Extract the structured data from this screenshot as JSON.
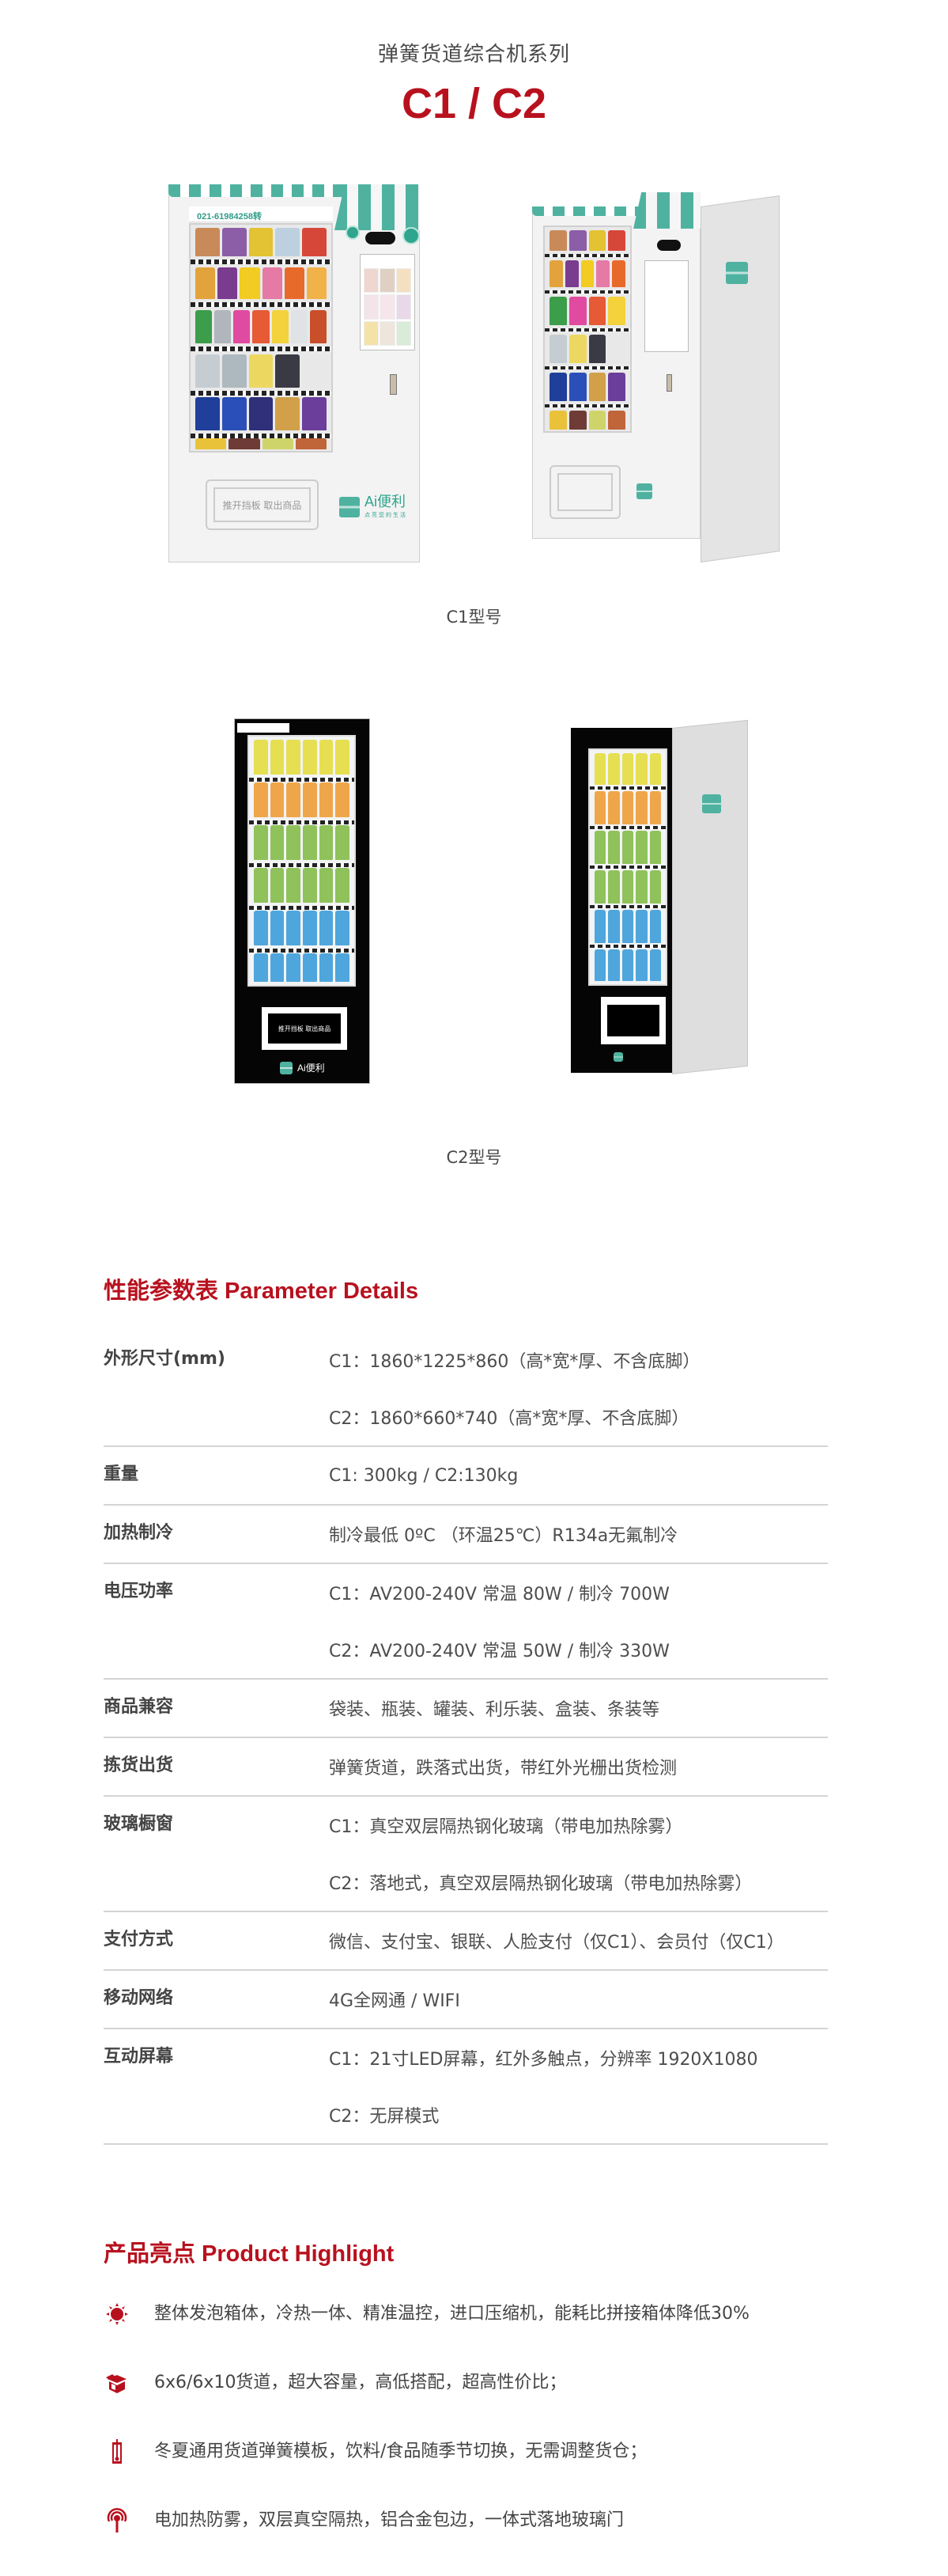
{
  "header": {
    "series_title": "弹簧货道综合机系列",
    "model_title": "C1 / C2"
  },
  "machines": {
    "c1_caption": "C1型号",
    "c2_caption": "C2型号",
    "hotline": "021-61984258转",
    "pickup_label": "推开挡板 取出商品",
    "brand_name": "Ai便利",
    "brand_slogan": "点亮您的生活"
  },
  "parameters": {
    "title": "性能参数表 Parameter Details",
    "rows": [
      {
        "label": "外形尺寸(mm)",
        "values": [
          "C1：1860*1225*860（高*宽*厚、不含底脚）",
          "C2：1860*660*740（高*宽*厚、不含底脚）"
        ]
      },
      {
        "label": "重量",
        "values": [
          "C1: 300kg /  C2:130kg"
        ]
      },
      {
        "label": "加热制冷",
        "values": [
          "制冷最低 0ºC （环温25℃）R134a无氟制冷"
        ]
      },
      {
        "label": "电压功率",
        "values": [
          "C1：AV200-240V 常温 80W / 制冷 700W",
          "C2：AV200-240V 常温 50W / 制冷 330W"
        ]
      },
      {
        "label": "商品兼容",
        "values": [
          "袋装、瓶装、罐装、利乐装、盒装、条装等"
        ]
      },
      {
        "label": "拣货出货",
        "values": [
          "弹簧货道，跌落式出货，带红外光栅出货检测"
        ]
      },
      {
        "label": "玻璃橱窗",
        "values": [
          "C1：真空双层隔热钢化玻璃（带电加热除雾）",
          "C2：落地式，真空双层隔热钢化玻璃（带电加热除雾）"
        ]
      },
      {
        "label": "支付方式",
        "values": [
          "微信、支付宝、银联、人脸支付（仅C1）、会员付（仅C1）"
        ]
      },
      {
        "label": "移动网络",
        "values": [
          "4G全网通 / WIFI"
        ]
      },
      {
        "label": "互动屏幕",
        "values": [
          "C1：21寸LED屏幕，红外多触点，分辨率 1920X1080",
          "C2：无屏模式"
        ]
      }
    ]
  },
  "highlights": {
    "title": "产品亮点 Product Highlight",
    "items": [
      {
        "icon": "sun-icon",
        "text": "整体发泡箱体，冷热一体、精准温控，进口压缩机，能耗比拼接箱体降低30%"
      },
      {
        "icon": "box-icon",
        "text": "6x6/6x10货道，超大容量，高低搭配，超高性价比；"
      },
      {
        "icon": "thermometer-icon",
        "text": "冬夏通用货道弹簧模板，饮料/食品随季节切换，无需调整货仓；"
      },
      {
        "icon": "signal-icon",
        "text": "电加热防雾，双层真空隔热，铝合金包边，一体式落地玻璃门"
      }
    ]
  },
  "colors": {
    "accent_red": "#b8111e",
    "brand_teal": "#4fb2a0",
    "text_grey": "#444444",
    "divider": "#d4d4d4"
  }
}
